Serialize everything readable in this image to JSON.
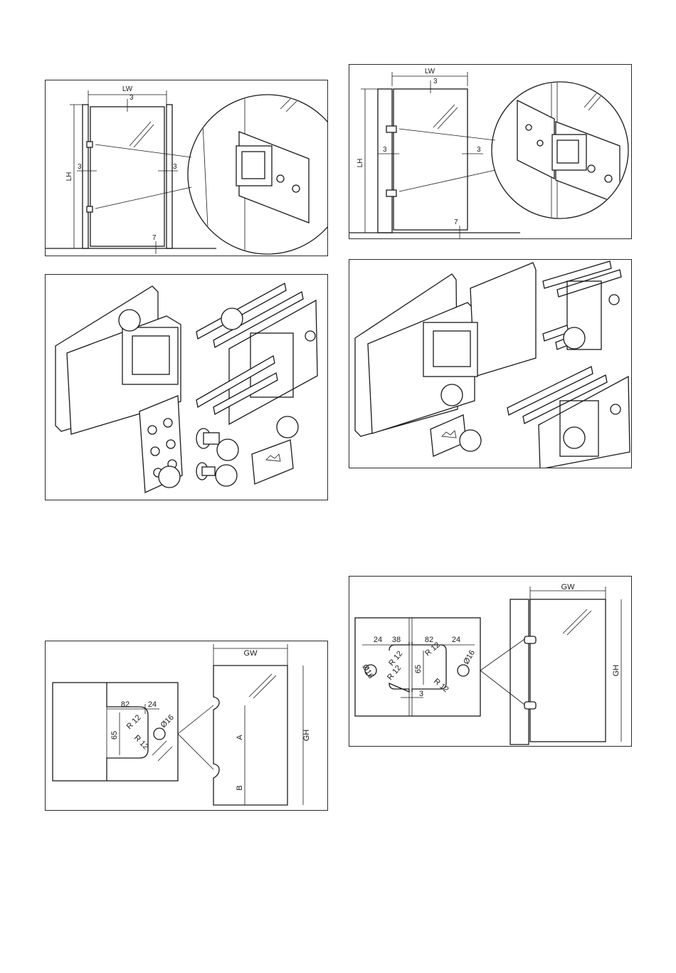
{
  "door_single": {
    "width_label": "LW",
    "height_label": "LH",
    "gap_top": "3",
    "gap_left": "3",
    "gap_right": "3",
    "gap_bottom": "7"
  },
  "door_double": {
    "width_label": "LW",
    "height_label": "LH",
    "gap_top": "3",
    "gap_left": "3",
    "gap_right": "3",
    "gap_bottom": "7"
  },
  "parts_single": {
    "icons": [
      "hinge-body-icon",
      "glass-clamp-plates-icon",
      "mounting-plate-icon",
      "screw-icon",
      "cover-cap-icon"
    ]
  },
  "parts_double": {
    "icons": [
      "double-hinge-body-icon",
      "glass-clamp-plates-icon",
      "cover-cap-icon"
    ]
  },
  "cutout_single": {
    "dim_82": "82",
    "dim_24": "24",
    "dim_65": "65",
    "radius_1": "R 12",
    "radius_2": "R 12",
    "diameter": "Ø16",
    "glass_width": "GW",
    "glass_height": "GH",
    "span_a": "A",
    "span_b": "B"
  },
  "cutout_double": {
    "dim_24_left": "24",
    "dim_38": "38",
    "dim_82": "82",
    "dim_24_right": "24",
    "dim_65": "65",
    "dim_3": "3",
    "radius_tl": "R 12",
    "radius_bl": "R 12",
    "radius_tr": "R 12",
    "radius_br": "R 12",
    "diameter_left": "Ø16",
    "diameter_right": "Ø16",
    "glass_width": "GW",
    "glass_height": "GH"
  }
}
